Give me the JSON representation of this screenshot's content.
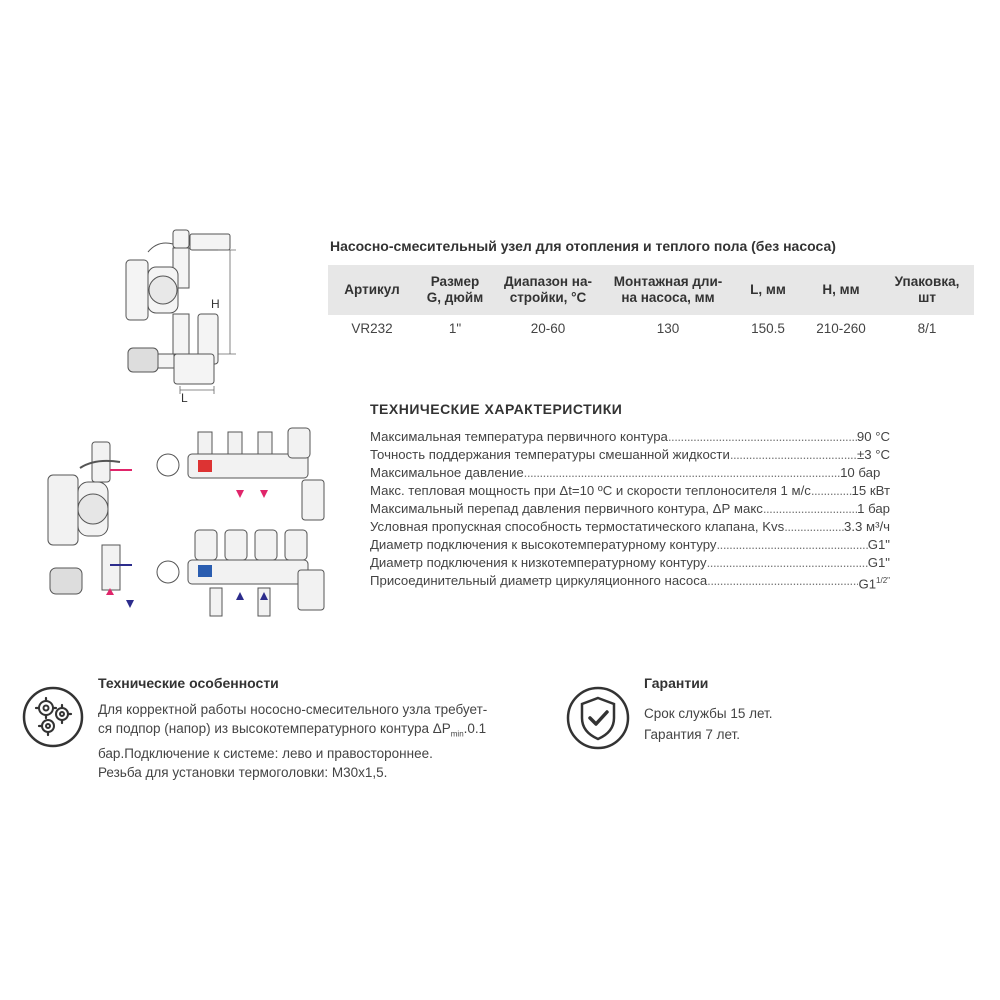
{
  "product": {
    "title": "Насосно-смесительный узел для отопления и теплого пола (без насоса)",
    "drawing_labels": {
      "height": "H",
      "length": "L"
    }
  },
  "table": {
    "headers": [
      "Артикул",
      "Размер G, дюйм",
      "Диапазон настройки, °С",
      "Монтажная длина насоса, мм",
      "L, мм",
      "H, мм",
      "Упаковка, шт"
    ],
    "header_lines": [
      [
        "Артикул"
      ],
      [
        "Размер",
        "G, дюйм"
      ],
      [
        "Диапазон на-",
        "стройки, °С"
      ],
      [
        "Монтажная дли-",
        "на насоса, мм"
      ],
      [
        "L, мм"
      ],
      [
        "H, мм"
      ],
      [
        "Упаковка, шт"
      ]
    ],
    "rows": [
      [
        "VR232",
        "1\"",
        "20-60",
        "130",
        "150.5",
        "210-260",
        "8/1"
      ]
    ]
  },
  "tech": {
    "title": "ТЕХНИЧЕСКИЕ ХАРАКТЕРИСТИКИ",
    "rows": [
      {
        "label": "Максимальная температура первичного контура",
        "value": "90 °С"
      },
      {
        "label": "Точность поддержания температуры смешанной жидкости",
        "value": "±3 °С"
      },
      {
        "label": "Максимальное давление",
        "value": "10 бар"
      },
      {
        "label": "Макс. тепловая мощность при Δt=10 ºС и скорости теплоносителя 1 м/с",
        "value": "15 кВт"
      },
      {
        "label": "Максимальный перепад давления первичного контура, ΔР макс",
        "value": "1 бар"
      },
      {
        "label": "Условная пропускная способность термостатического клапана, Kvs",
        "value": "3.3 м³/ч"
      },
      {
        "label": "Диаметр подключения к высокотемпературному контуру",
        "value": "G1\""
      },
      {
        "label": "Диаметр подключения к низкотемпературному контуру",
        "value": "G1\""
      },
      {
        "label": "Присоединительный диаметр циркуляционного насоса",
        "value": "G1",
        "value_sup": "1/2\""
      }
    ]
  },
  "features": {
    "title": "Технические особенности",
    "icon": "gears-icon",
    "line1": "Для корректной работы нососно-смесительного узла требует-",
    "line2_a": "ся подпор (напор) из высокотемпературного контура ΔP",
    "line2_sub": "min",
    "line2_b": ".0.1",
    "line3": "бар.Подключение к системе: лево и правостороннее.",
    "line4": "Резьба для установки термоголовки: М30х1,5."
  },
  "guarantee": {
    "title": "Гарантии",
    "icon": "shield-check-icon",
    "items": [
      "Срок службы 15 лет.",
      "Гарантия 7 лет."
    ]
  },
  "colors": {
    "header_bg": "#e7e7e7",
    "hot_arrow": "#e0256a",
    "cold_arrow": "#2c2c8c",
    "text": "#444444"
  }
}
